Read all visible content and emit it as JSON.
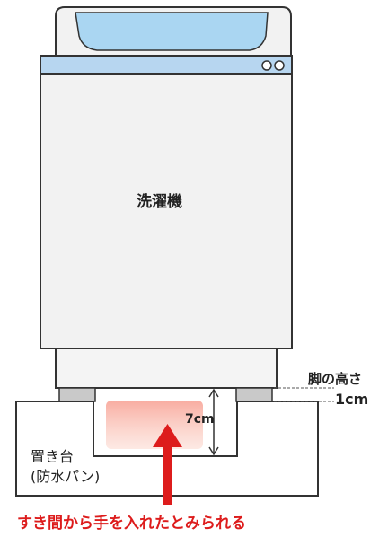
{
  "labels": {
    "machine": "洗濯機",
    "leg_height_label": "脚の高さ",
    "leg_height_value": "1cm",
    "gap_height": "7cm",
    "stand_line1": "置き台",
    "stand_line2": "(防水パン)",
    "caption": "すき間から手を入れたとみられる"
  },
  "colors": {
    "outline": "#333333",
    "lid": "#aad6f2",
    "panel": "#b7d6f0",
    "body": "#f2f2f2",
    "stand": "#ffffff",
    "highlight": "#f2958a",
    "arrow": "#dd1c1c"
  }
}
